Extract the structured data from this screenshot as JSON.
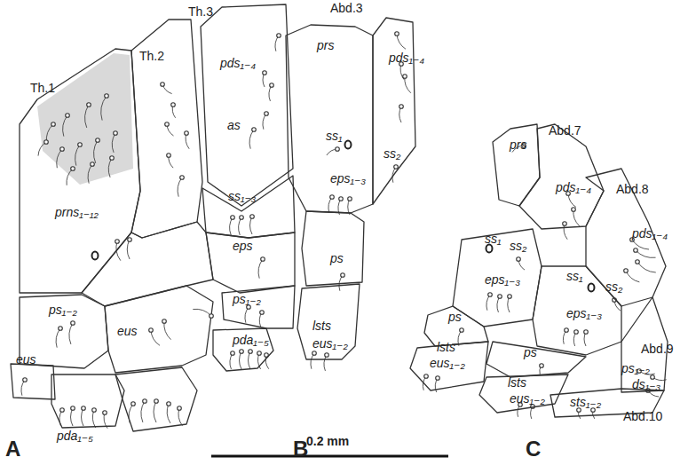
{
  "diagram": {
    "nodes": [
      {
        "text": [
          "Th.1",
          "prns₁₋₁₂"
        ]
      },
      {
        "text": [
          "Th.2"
        ]
      },
      {
        "text": [
          "Th.3",
          "pds₁₋₄",
          "as"
        ]
      },
      {
        "text": [
          "ss₁₋₃"
        ]
      },
      {
        "text": [
          "eps"
        ]
      },
      {
        "text": [
          "ps₁₋₂"
        ]
      },
      {
        "text": [
          "eus"
        ]
      },
      {
        "text": [
          "pda₁₋₅"
        ]
      },
      {
        "text": [
          "ps₁₋₂"
        ]
      },
      {
        "text": [
          "pda₁₋₅"
        ]
      },
      {
        "text": [
          "prs",
          "ss₁",
          "eps₁₋₃"
        ]
      },
      {
        "text": [
          "pds₁₋₄",
          "ss₂"
        ]
      },
      {
        "text": [
          "ps"
        ]
      },
      {
        "text": [
          "lsts",
          "eus₁₋₂"
        ]
      },
      {
        "text": [
          "prs"
        ]
      },
      {
        "text": [
          "pds₁₋₄"
        ]
      },
      {
        "text": [
          "pds₁₋₄"
        ]
      },
      {
        "text": [
          "ss₁",
          "ss₂",
          "eps₁₋₃"
        ]
      },
      {
        "text": [
          "ss₁",
          "ss₂",
          "eps₁₋₃"
        ]
      },
      {
        "text": [
          "ps"
        ]
      },
      {
        "text": [
          "lsts",
          "eus₁₋₂"
        ]
      },
      {
        "text": [
          "ps"
        ]
      },
      {
        "text": [
          "lsts",
          "eus₁₋₂"
        ]
      },
      {
        "text": [
          "ps₁₋₂",
          "ds₁₋₃"
        ]
      },
      {
        "text": [
          "sts₁₋₂"
        ]
      }
    ],
    "labels": [
      "A",
      "B",
      "C",
      "Abd.3",
      "Abd.7",
      "Abd.8",
      "Abd.9",
      "Abd.10",
      "eus",
      "0.2 mm"
    ]
  }
}
